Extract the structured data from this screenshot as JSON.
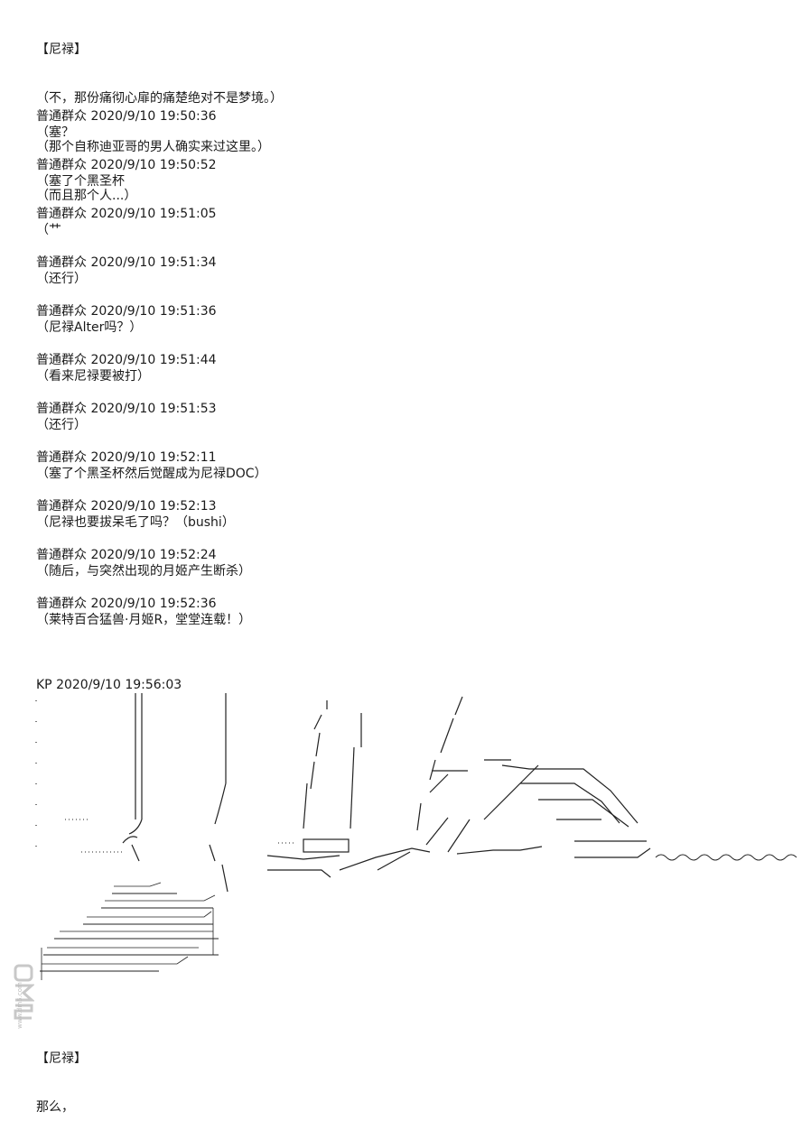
{
  "intro": {
    "speaker": "【尼禄】",
    "lines": [
      "（不，那份痛彻心扉的痛楚绝对不是梦境。）",
      "（那个自称迪亚哥的男人确实来过这里。）",
      "（而且那个人...）"
    ]
  },
  "chat": [
    {
      "author": "普通群众",
      "time": "2020/9/10 19:50:36",
      "text": "（塞？"
    },
    {
      "author": "普通群众",
      "time": "2020/9/10 19:50:52",
      "text": "（塞了个黑圣杯"
    },
    {
      "author": "普通群众",
      "time": "2020/9/10 19:51:05",
      "text": "（艹"
    },
    {
      "author": "普通群众",
      "time": "2020/9/10 19:51:34",
      "text": "（还行）"
    },
    {
      "author": "普通群众",
      "time": "2020/9/10 19:51:36",
      "text": "（尼禄Alter吗？）"
    },
    {
      "author": "普通群众",
      "time": "2020/9/10 19:51:44",
      "text": "（看来尼禄要被打）"
    },
    {
      "author": "普通群众",
      "time": "2020/9/10 19:51:53",
      "text": "（还行）"
    },
    {
      "author": "普通群众",
      "time": "2020/9/10 19:52:11",
      "text": "（塞了个黑圣杯然后觉醒成为尼禄DOC）"
    },
    {
      "author": "普通群众",
      "time": "2020/9/10 19:52:13",
      "text": "（尼禄也要拔呆毛了吗？（bushi）"
    },
    {
      "author": "普通群众",
      "time": "2020/9/10 19:52:24",
      "text": "（随后，与突然出现的月姬产生断杀）"
    },
    {
      "author": "普通群众",
      "time": "2020/9/10 19:52:36",
      "text": "（莱特百合猛兽·月姬R，堂堂连载！）"
    }
  ],
  "kp": {
    "author": "KP",
    "time": "2020/9/10 19:56:03"
  },
  "outro": {
    "speaker": "【尼禄】",
    "line": "那么，"
  },
  "watermark": {
    "logo": "DM5",
    "site": "www.dm5.com"
  },
  "colors": {
    "text": "#1a1a1a",
    "art": "#222222",
    "watermark": "#c8c8c8"
  }
}
